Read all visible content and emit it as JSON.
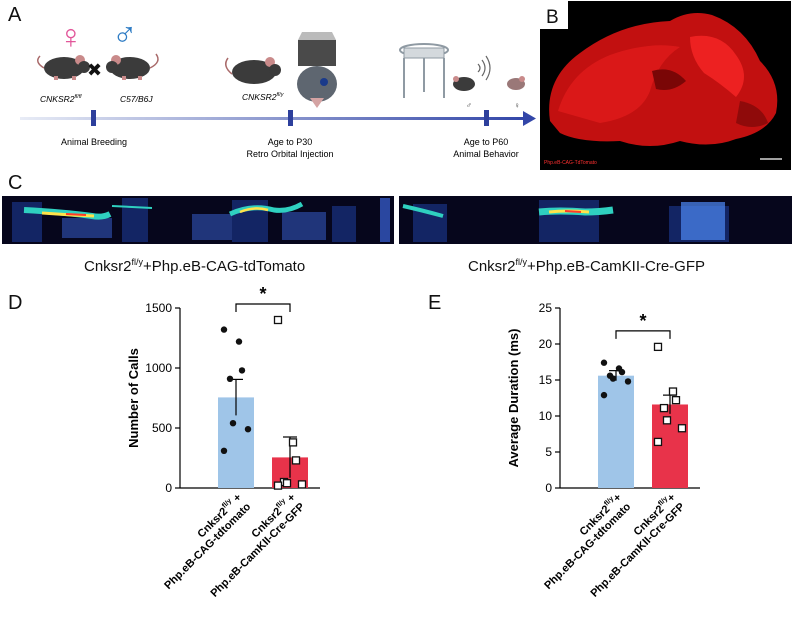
{
  "panels": {
    "a": "A",
    "b": "B",
    "c": "C",
    "d": "D",
    "e": "E"
  },
  "panel_a": {
    "female_symbol": "♀",
    "male_symbol": "♂",
    "cross_symbol": "✖",
    "parent_left": "CNKSR2",
    "parent_left_sup": "fl/fl",
    "parent_right": "C57/B6J",
    "injected_mouse": "CNKSR2",
    "injected_mouse_sup": "fl/y",
    "timeline": [
      {
        "line1": "Animal Breeding",
        "line2": ""
      },
      {
        "line1": "Age to P30",
        "line2": "Retro Orbital Injection"
      },
      {
        "line1": "Age to P60",
        "line2": "Animal Behavior"
      }
    ],
    "small_male": "♂",
    "small_female": "♀"
  },
  "panel_b": {
    "caption": "Php.eB-CAG-TdTomato",
    "colors": {
      "signal": "#ff1a1a",
      "background": "#000000"
    }
  },
  "panel_c": {
    "left_title_base": "Cnksr2",
    "left_title_sup": "fl/y",
    "left_title_rest": "+Php.eB-CAG-tdTomato",
    "right_title_base": "Cnksr2",
    "right_title_sup": "fl/y",
    "right_title_rest": "+Php.eB-CamKII-Cre-GFP"
  },
  "chart_data": [
    {
      "type": "bar",
      "panel": "D",
      "ylabel": "Number of Calls",
      "ylim": [
        0,
        1500
      ],
      "yticks": [
        0,
        500,
        1000,
        1500
      ],
      "significance": "*",
      "categories": [
        {
          "line1": "Cnksr2",
          "sup": "fl/y",
          "line1_tail": " +",
          "line2": "Php.eB-CAG-tdtomato"
        },
        {
          "line1": "Cnksr2",
          "sup": "fl/y",
          "line1_tail": " +",
          "line2": "Php.eB-CamKII-Cre-GFP"
        }
      ],
      "series": [
        {
          "mean": 755,
          "sem": 150,
          "color": "#9fc5e8",
          "marker": "circle",
          "points": [
            1320,
            1220,
            980,
            910,
            540,
            490,
            310
          ]
        },
        {
          "mean": 255,
          "sem": 170,
          "color": "#e8334a",
          "marker": "square",
          "points": [
            1400,
            380,
            230,
            50,
            40,
            30,
            20
          ]
        }
      ]
    },
    {
      "type": "bar",
      "panel": "E",
      "ylabel": "Average Duration (ms)",
      "ylim": [
        0,
        25
      ],
      "yticks": [
        0,
        5,
        10,
        15,
        20,
        25
      ],
      "significance": "*",
      "categories": [
        {
          "line1": "Cnksr2",
          "sup": "fl/y",
          "line1_tail": "+",
          "line2": "Php.eB-CAG-tdtomato"
        },
        {
          "line1": "Cnksr2",
          "sup": "fl/y",
          "line1_tail": "+",
          "line2": "Php.eB-CamKII-Cre-GFP"
        }
      ],
      "series": [
        {
          "mean": 15.6,
          "sem": 0.7,
          "color": "#9fc5e8",
          "marker": "circle",
          "points": [
            17.4,
            16.6,
            16.1,
            15.6,
            15.2,
            14.8,
            12.9
          ]
        },
        {
          "mean": 11.6,
          "sem": 1.3,
          "color": "#e8334a",
          "marker": "square",
          "points": [
            19.6,
            13.4,
            12.2,
            11.1,
            9.4,
            8.3,
            6.4
          ]
        }
      ]
    }
  ]
}
